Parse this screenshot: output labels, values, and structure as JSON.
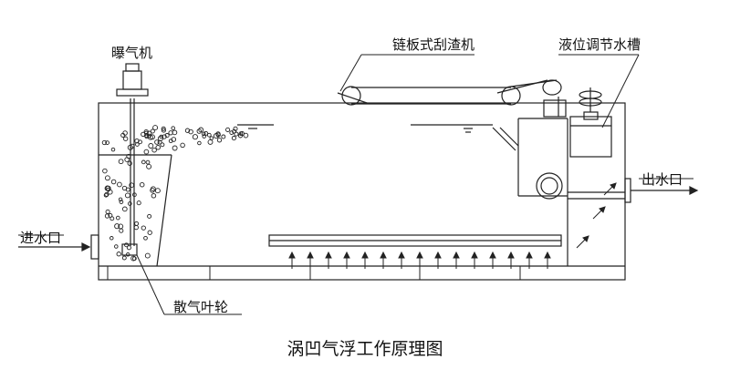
{
  "labels": {
    "aerator": "曝气机",
    "chain_scraper": "链板式刮渣机",
    "level_tank": "液位调节水槽",
    "outlet": "出水口",
    "inlet": "进水口",
    "impeller": "散气叶轮"
  },
  "title": "涡凹气浮工作原理图",
  "colors": {
    "line": "#222222",
    "background": "#ffffff"
  }
}
